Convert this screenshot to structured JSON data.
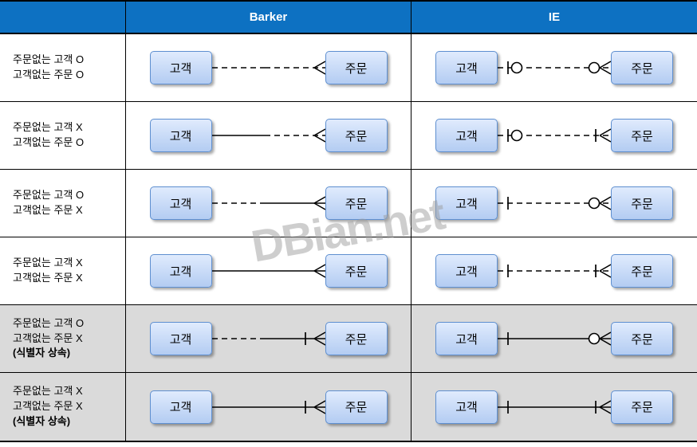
{
  "title": "Barker vs IE relationship notation comparison",
  "header": {
    "columns": [
      "",
      "Barker",
      "IE"
    ]
  },
  "entities": {
    "left": "고객",
    "right": "주문"
  },
  "watermark": {
    "text": "DBian.net"
  },
  "colors": {
    "header_bg": "#0d71c2",
    "header_text": "#ffffff",
    "shaded_row_bg": "#dadada",
    "entity_fill_top": "#e0ebfd",
    "entity_fill_bottom": "#b3ccf2",
    "entity_border": "#5e8fd0",
    "line": "#000000",
    "border": "#000000",
    "watermark": "#9e9e9e"
  },
  "rows": [
    {
      "label_lines": [
        "주문없는 고객 O",
        "고객없는 주문 O"
      ],
      "bold_last_line": false,
      "shaded": false,
      "barker": {
        "left_half": "dashed",
        "right_half": "dashed",
        "identifying_bar": false
      },
      "ie": {
        "line_style": "dashed",
        "left_symbols": [
          "bar",
          "circle"
        ],
        "right_symbols": [
          "circle",
          "crow"
        ]
      }
    },
    {
      "label_lines": [
        "주문없는 고객 X",
        "고객없는 주문 O"
      ],
      "bold_last_line": false,
      "shaded": false,
      "barker": {
        "left_half": "solid",
        "right_half": "dashed",
        "identifying_bar": false
      },
      "ie": {
        "line_style": "dashed",
        "left_symbols": [
          "bar",
          "circle"
        ],
        "right_symbols": [
          "bar",
          "crow"
        ]
      }
    },
    {
      "label_lines": [
        "주문없는 고객 O",
        "고객없는 주문 X"
      ],
      "bold_last_line": false,
      "shaded": false,
      "barker": {
        "left_half": "dashed",
        "right_half": "solid",
        "identifying_bar": false
      },
      "ie": {
        "line_style": "dashed",
        "left_symbols": [
          "bar"
        ],
        "right_symbols": [
          "circle",
          "crow"
        ]
      }
    },
    {
      "label_lines": [
        "주문없는 고객 X",
        "고객없는 주문 X"
      ],
      "bold_last_line": false,
      "shaded": false,
      "barker": {
        "left_half": "solid",
        "right_half": "solid",
        "identifying_bar": false
      },
      "ie": {
        "line_style": "dashed",
        "left_symbols": [
          "bar"
        ],
        "right_symbols": [
          "bar",
          "crow"
        ]
      }
    },
    {
      "label_lines": [
        "주문없는 고객 O",
        "고객없는 주문 X",
        "(식별자 상속)"
      ],
      "bold_last_line": true,
      "shaded": true,
      "barker": {
        "left_half": "dashed",
        "right_half": "solid",
        "identifying_bar": true
      },
      "ie": {
        "line_style": "solid",
        "left_symbols": [
          "bar"
        ],
        "right_symbols": [
          "circle",
          "crow"
        ]
      }
    },
    {
      "label_lines": [
        "주문없는 고객 X",
        "고객없는 주문 X",
        "(식별자 상속)"
      ],
      "bold_last_line": true,
      "shaded": true,
      "barker": {
        "left_half": "solid",
        "right_half": "solid",
        "identifying_bar": true
      },
      "ie": {
        "line_style": "solid",
        "left_symbols": [
          "bar"
        ],
        "right_symbols": [
          "bar",
          "crow"
        ]
      }
    }
  ]
}
